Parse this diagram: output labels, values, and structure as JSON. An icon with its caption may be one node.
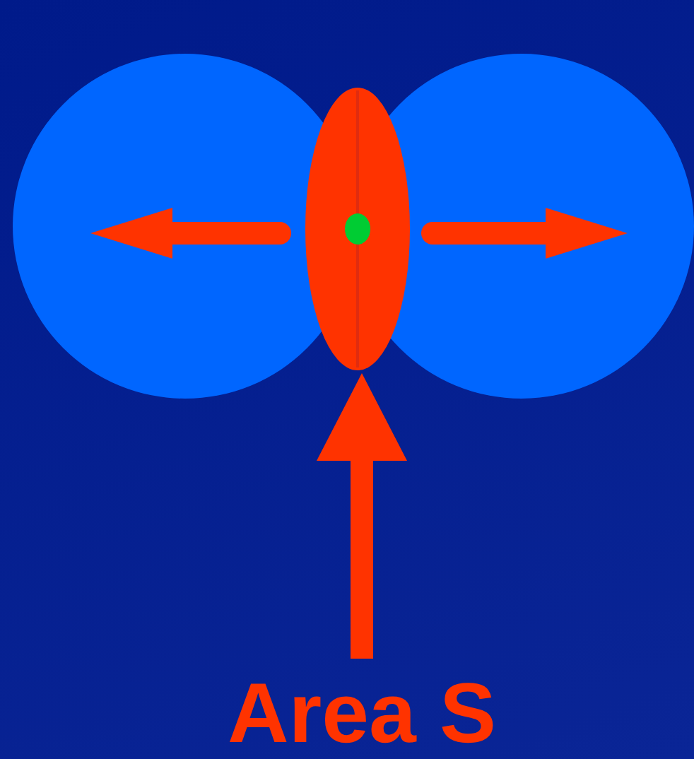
{
  "diagram": {
    "nodes": [
      {
        "text": [],
        "shape": "ellipse"
      },
      {
        "text": [
          "Area S"
        ]
      }
    ],
    "edges": [
      {
        "from": 1,
        "to": 0,
        "arrow": "to"
      }
    ]
  }
}
